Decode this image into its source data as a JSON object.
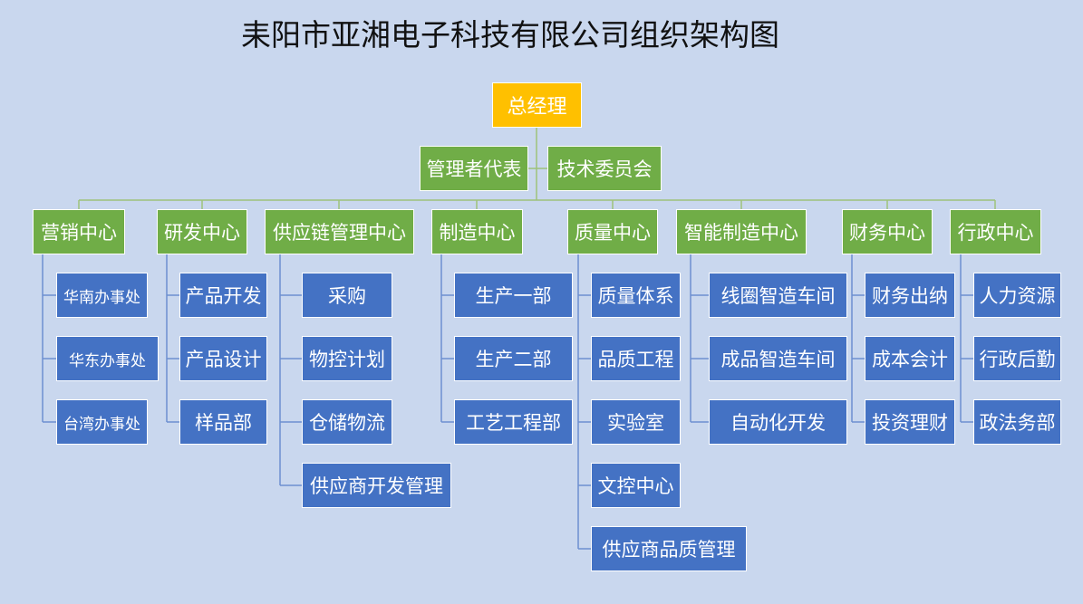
{
  "title": "耒阳市亚湘电子科技有限公司组织架构图",
  "gm": "总经理",
  "assistants": [
    "管理者代表",
    "技术委员会"
  ],
  "colors": {
    "background": "#c9d7ee",
    "gm": "#ffc000",
    "center": "#70ad47",
    "dept": "#4472c4"
  },
  "centers": [
    {
      "name": "营销中心",
      "children": [
        "华南办事处",
        "华东办事处",
        "台湾办事处"
      ]
    },
    {
      "name": "研发中心",
      "children": [
        "产品开发",
        "产品设计",
        "样品部"
      ]
    },
    {
      "name": "供应链管理中心",
      "children": [
        "采购",
        "物控计划",
        "仓储物流",
        "供应商开发管理"
      ]
    },
    {
      "name": "制造中心",
      "children": [
        "生产一部",
        "生产二部",
        "工艺工程部"
      ]
    },
    {
      "name": "质量中心",
      "children": [
        "质量体系",
        "品质工程",
        "实验室",
        "文控中心",
        "供应商品质管理"
      ]
    },
    {
      "name": "智能制造中心",
      "children": [
        "线圈智造车间",
        "成品智造车间",
        "自动化开发"
      ]
    },
    {
      "name": "财务中心",
      "children": [
        "财务出纳",
        "成本会计",
        "投资理财"
      ]
    },
    {
      "name": "行政中心",
      "children": [
        "人力资源",
        "行政后勤",
        "政法务部"
      ]
    }
  ]
}
